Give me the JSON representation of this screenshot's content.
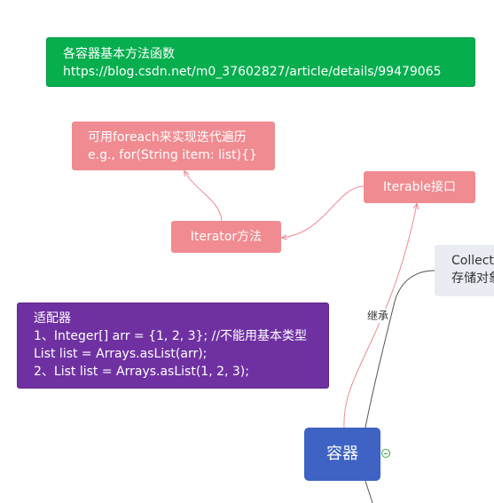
{
  "nodes": {
    "green": {
      "title": "各容器基本方法函数",
      "url": "https://blog.csdn.net/m0_37602827/article/details/99479065"
    },
    "foreach": {
      "line1": "可用foreach来实现迭代遍历",
      "line2": "e.g., for(String item: list){}"
    },
    "iterable": {
      "label": "Iterable接口"
    },
    "iterator": {
      "label": "Iterator方法"
    },
    "adapter": {
      "line1": "适配器",
      "line2": "1、Integer[] arr = {1, 2, 3};  //不能用基本类型",
      "line3": "List list = Arrays.asList(arr);",
      "line4": "2、List list = Arrays.asList(1, 2, 3);"
    },
    "collection": {
      "line1": "Collection",
      "line2": "存储对象"
    },
    "root": {
      "label": "容器"
    }
  },
  "relation_label": "继承",
  "colors": {
    "green": "#06ae4e",
    "pink": "#f08b91",
    "purple": "#6f31a2",
    "blue": "#3e63c4",
    "gray": "#eaecf3",
    "link_pink": "#ee8a93",
    "link_dark": "#555555",
    "toggle_green": "#3aa842"
  }
}
